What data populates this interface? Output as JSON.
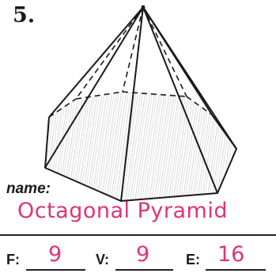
{
  "problem": {
    "number": "5."
  },
  "name_label": "name:",
  "name_answer": "Octagonal Pyramid",
  "counts": {
    "faces": {
      "label": "F:",
      "value": "9"
    },
    "vertices": {
      "label": "V:",
      "value": "9"
    },
    "edges": {
      "label": "E:",
      "value": "16"
    }
  },
  "colors": {
    "ink": "#1a1a1a",
    "handwriting": "#e0337a",
    "shading": "#8a8a8a"
  }
}
